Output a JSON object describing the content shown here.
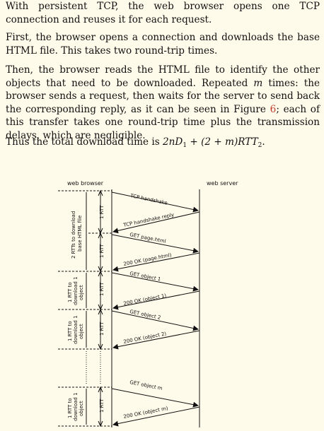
{
  "text": {
    "p1": "With persistent TCP, the web browser opens one TCP connection and reuses it for each request.",
    "p2": "First, the browser opens a connection and downloads the base HTML file. This takes two round-trip times.",
    "p3_a": "Then, the browser reads the HTML file to identify the other objects that need to be downloaded. Repeated ",
    "p3_m": "m",
    "p3_b": " times: the browser sends a request, then waits for the server to send back the corresponding reply, as it can be seen in Figure ",
    "p3_fig": "6",
    "p3_c": "; each of this transfer takes one round-trip time plus the transmission delays, which are negligible.",
    "p4_a": "Thus the total download time is ",
    "p4_formula": "2nD",
    "p4_sub1": "1",
    "p4_plus": " + (2 + m)RTT",
    "p4_sub2": "2",
    "p4_end": "."
  },
  "diagram": {
    "left_label": "web browser",
    "right_label": "web server",
    "rtt_label": "1 RTT",
    "messages": [
      {
        "text": "TCP handshake",
        "direction": "right"
      },
      {
        "text": "TCP handshake reply",
        "direction": "left"
      },
      {
        "text": "GET page.html",
        "direction": "right"
      },
      {
        "text": "200 OK (page.html)",
        "direction": "left"
      },
      {
        "text": "GET object 1",
        "direction": "right"
      },
      {
        "text": "200 OK (object 1)",
        "direction": "left"
      },
      {
        "text": "GET object 2",
        "direction": "right"
      },
      {
        "text": "200 OK (object 2)",
        "direction": "left"
      },
      {
        "text": "GET object m",
        "direction": "right"
      },
      {
        "text": "200 OK (object m)",
        "direction": "left"
      }
    ],
    "brackets": [
      {
        "line1": "2 RTTs to download",
        "line2": "base HTML file"
      },
      {
        "line1": "1 RTT to",
        "line2": "download 1",
        "line3": "object"
      },
      {
        "line1": "1 RTT to",
        "line2": "download 1",
        "line3": "object"
      },
      {
        "line1": "1 RTT to",
        "line2": "download 1",
        "line3": "object"
      }
    ]
  }
}
